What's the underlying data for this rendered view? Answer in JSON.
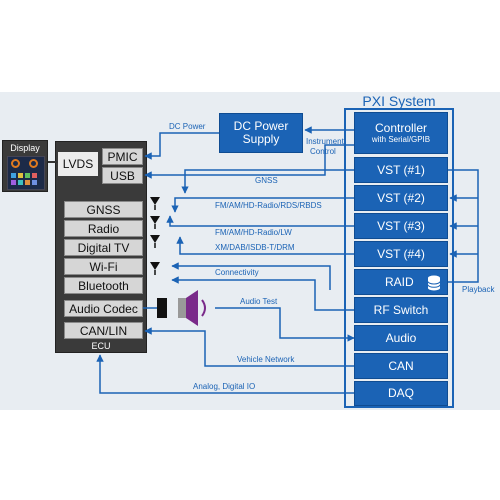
{
  "diagram": {
    "pxi_title": "PXI System",
    "display_label": "Display",
    "ecu_label": "ECU",
    "lvds_label": "LVDS",
    "ecu_ports": {
      "pmic": "PMIC",
      "usb": "USB"
    },
    "ecu_modules": [
      "GNSS",
      "Radio",
      "Digital TV",
      "Wi-Fi",
      "Bluetooth",
      "Audio Codec",
      "CAN/LIN"
    ],
    "dc_power_supply": "DC Power Supply",
    "pxi_modules": {
      "controller": {
        "title": "Controller",
        "subtitle": "with Serial/GPIB"
      },
      "vst1": "VST (#1)",
      "vst2": "VST (#2)",
      "vst3": "VST (#3)",
      "vst4": "VST (#4)",
      "raid": "RAID",
      "rf_switch": "RF Switch",
      "audio": "Audio",
      "can": "CAN",
      "daq": "DAQ"
    },
    "connection_labels": {
      "dc_power": "DC Power",
      "instrument_control_1": "Instrument",
      "instrument_control_2": "Control",
      "gnss": "GNSS",
      "fm_am_rds": "FM/AM/HD-Radio/RDS/RBDS",
      "fm_am_lw": "FM/AM/HD-Radio/LW",
      "xm_dab": "XM/DAB/ISDB-T/DRM",
      "connectivity": "Connectivity",
      "audio_test": "Audio Test",
      "playback": "Playback",
      "vehicle_network": "Vehicle Network",
      "analog_digital_io": "Analog, Digital IO"
    },
    "colors": {
      "pxi_blue": "#1b63b5",
      "wire_blue": "#1b63b5",
      "panel_bg": "#e8edf2",
      "ecu_dark": "#3a3a3a",
      "module_grey": "#d6d6d6",
      "speaker_cone": "#7a2a8a"
    },
    "icons": [
      "antenna-icon",
      "speaker-icon",
      "database-icon"
    ]
  }
}
